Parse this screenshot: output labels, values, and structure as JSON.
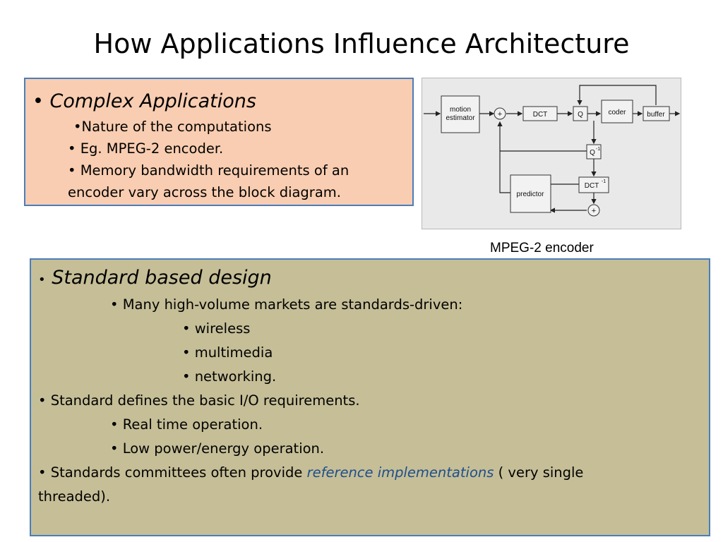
{
  "slide": {
    "title": "How Applications Influence Architecture"
  },
  "box1": {
    "bullet": "•",
    "heading": "Complex Applications",
    "items": [
      "•Nature of the computations",
      "• Eg. MPEG-2 encoder.",
      "• Memory bandwidth requirements of an",
      "encoder vary across the block diagram."
    ]
  },
  "diagram": {
    "blocks": {
      "motion_estimator": [
        "motion",
        "estimator"
      ],
      "dct": "DCT",
      "q": "Q",
      "coder": "coder",
      "buffer": "buffer",
      "q_inverse": "Q",
      "q_inverse_sup": "-1",
      "dct_inverse": "DCT",
      "dct_inverse_sup": "-1",
      "predictor": "predictor",
      "sum_top": "+",
      "sum_bottom": "+"
    },
    "caption": "MPEG-2 encoder"
  },
  "box2": {
    "heading_bullet": "•",
    "heading": "Standard based design",
    "line_markets": "• Many high-volume markets are standards-driven:",
    "markets": [
      "• wireless",
      "• multimedia",
      "• networking."
    ],
    "line_standard": "• Standard defines the basic I/O requirements.",
    "requirements": [
      "• Real time operation.",
      "• Low power/energy operation."
    ],
    "committees_prefix": "• Standards committees often provide ",
    "committees_emph": "reference implementations",
    "committees_suffix": " ( very single",
    "committees_cont": "threaded)."
  },
  "colors": {
    "box1_fill": "#f9cdb1",
    "box2_fill": "#c5be97",
    "box_border": "#4a7ebb",
    "emphasis_text": "#1f4e8c",
    "diagram_bg": "#e9e9e9"
  }
}
